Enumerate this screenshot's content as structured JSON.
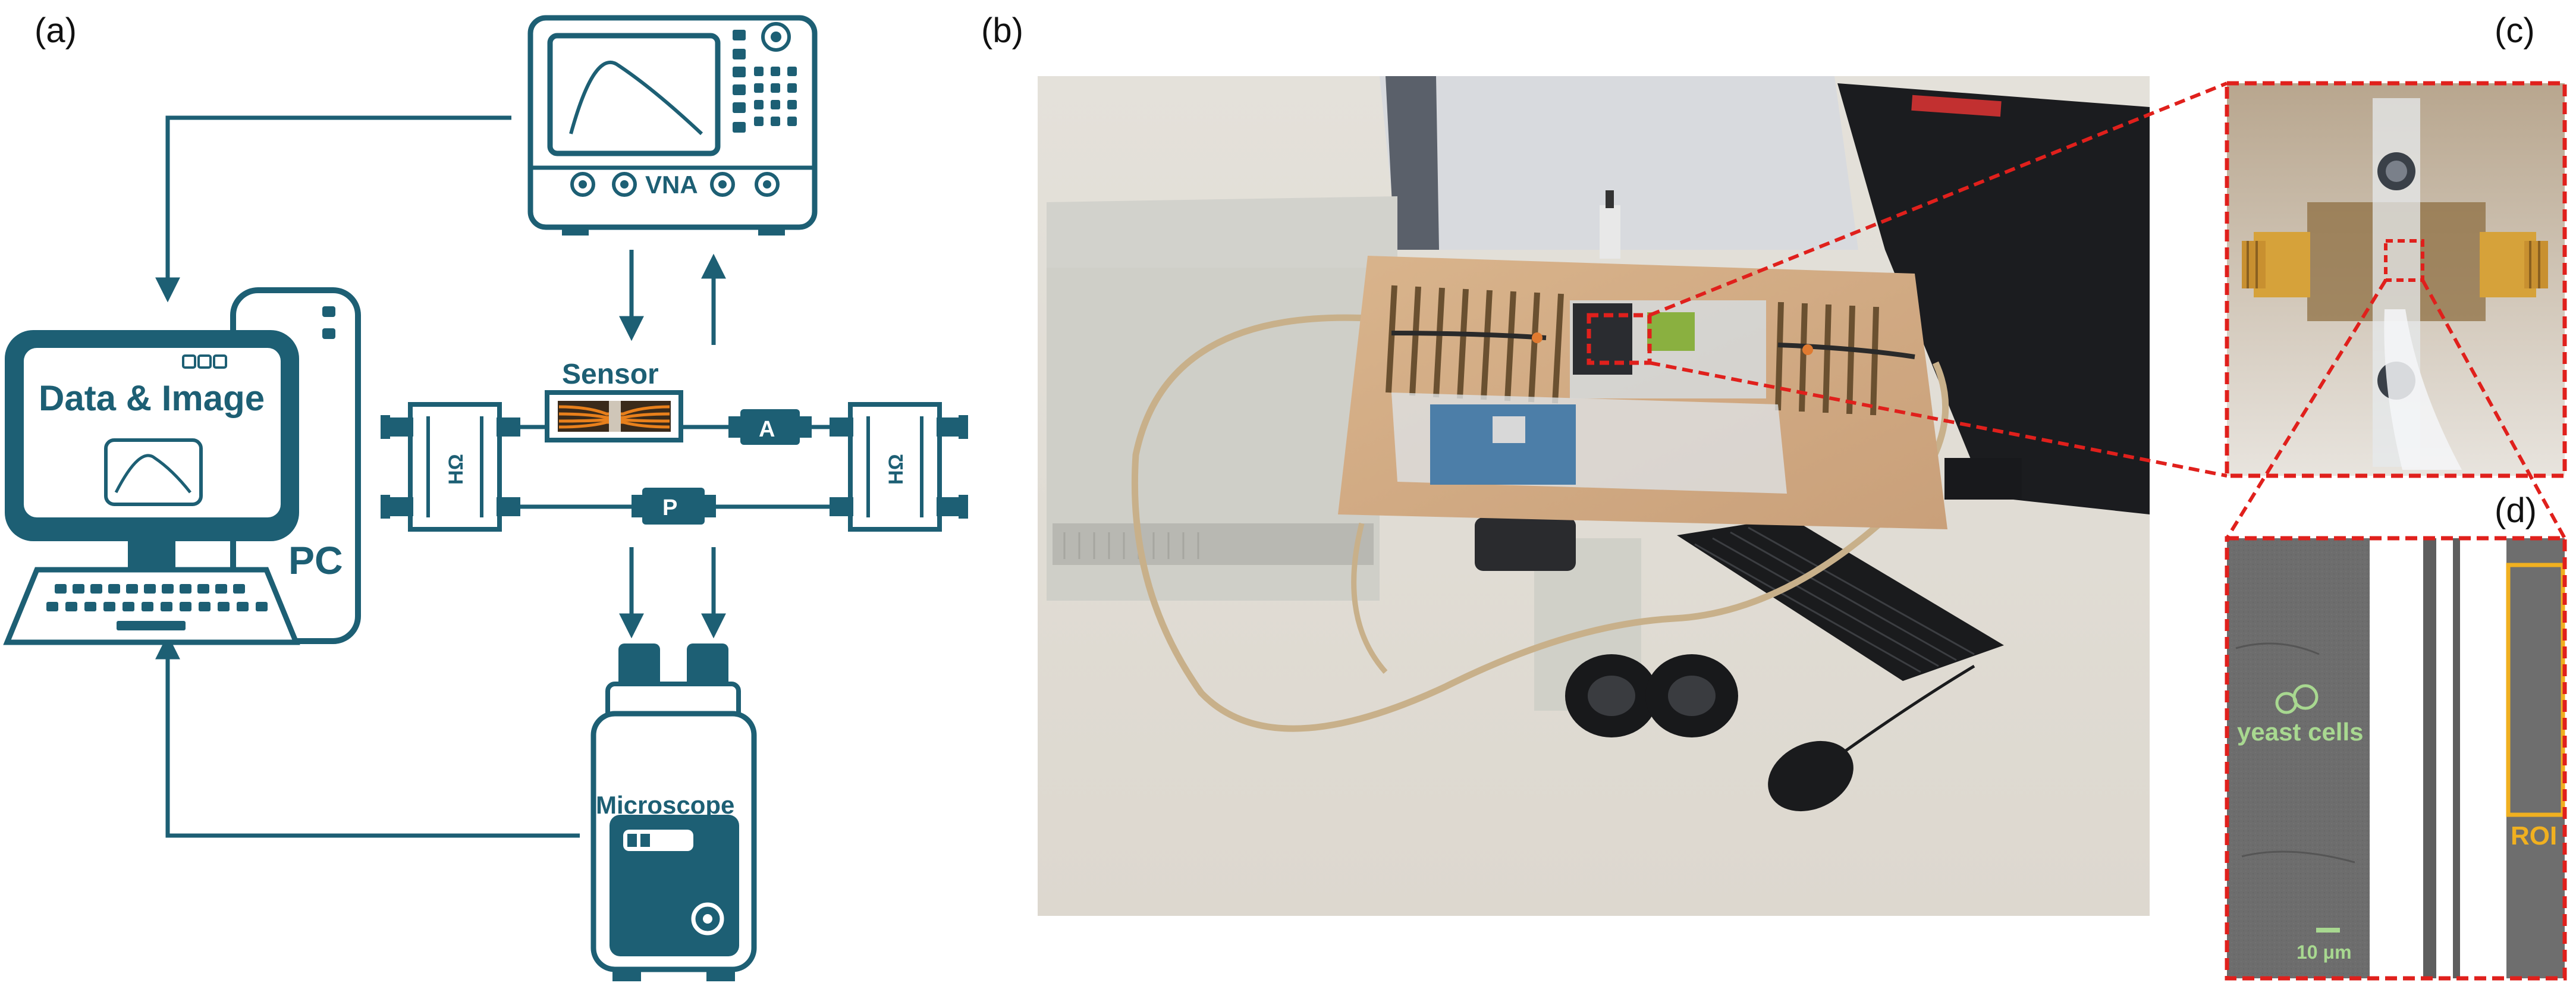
{
  "panels": {
    "a": "(a)",
    "b": "(b)",
    "c": "(c)",
    "d": "(d)"
  },
  "schematic": {
    "vna_label": "VNA",
    "sensor_label": "Sensor",
    "amplifier_label": "A",
    "phase_label": "P",
    "pc_screen_label": "Data & Image",
    "pc_label": "PC",
    "microscope_label": "Microscope",
    "coupler_label": "HΩ"
  },
  "inset_d": {
    "cells_label": "yeast cells",
    "roi_label": "ROI",
    "scalebar_label": "10 μm"
  },
  "colors": {
    "schematic": "#1d5f74",
    "sensor_orange": "#e8801c",
    "callout_red": "#e0201c",
    "cell_green": "#a8d890",
    "roi_yellow": "#f0b020"
  }
}
